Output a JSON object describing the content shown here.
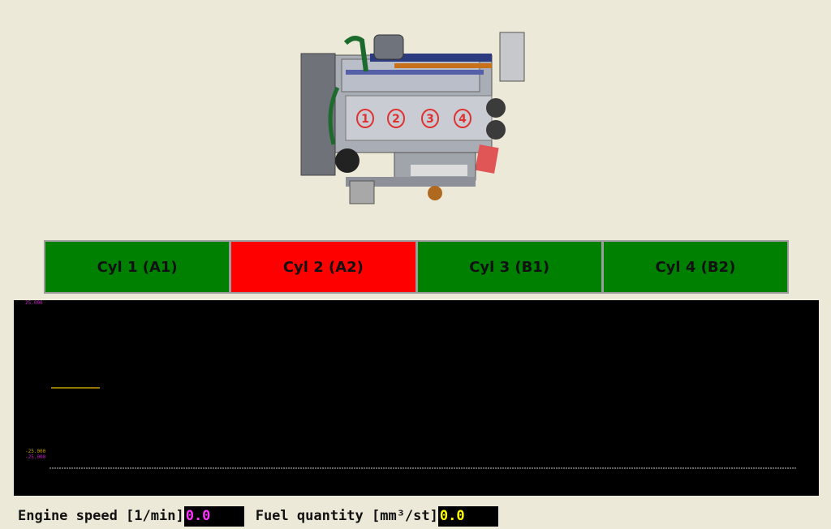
{
  "engine_image": {
    "icon": "engine-diagram",
    "cylinder_markers": [
      "1",
      "2",
      "3",
      "4"
    ]
  },
  "cylinders": [
    {
      "label": "Cyl 1 (A1)",
      "status_color": "#008000"
    },
    {
      "label": "Cyl 2 (A2)",
      "status_color": "#ff0000"
    },
    {
      "label": "Cyl 3 (B1)",
      "status_color": "#008000"
    },
    {
      "label": "Cyl 4 (B2)",
      "status_color": "#008000"
    }
  ],
  "scope": {
    "background": "#000000",
    "y_max_label": "25.000",
    "y_min_labels": [
      "-25.000",
      "-25.000"
    ],
    "trace_color_yellow": "#c8a000",
    "trace_color_magenta": "#c020c0",
    "baseline_color": "#bfbfbf"
  },
  "readouts": {
    "engine_speed_label": "Engine speed [1/min]",
    "engine_speed_value": "0.0",
    "fuel_quantity_label": "Fuel quantity [mm³/st]",
    "fuel_quantity_value": "0.0"
  }
}
